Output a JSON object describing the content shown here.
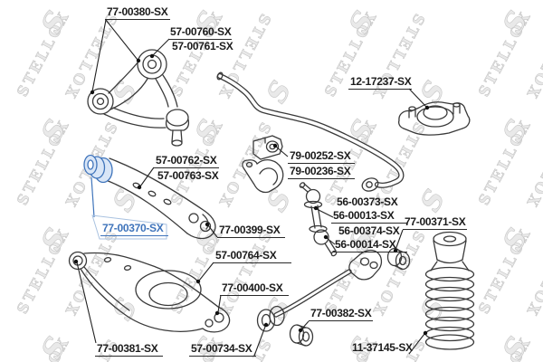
{
  "watermark": {
    "text": "STELLOX",
    "logo_glyph": "S",
    "color": "#e9e9e9"
  },
  "colors": {
    "line": "#3a3a3a",
    "label_text": "#1c1c1c",
    "highlight": "#3f74bb",
    "highlight_fill": "#d9e6f7"
  },
  "selected_part": "77-00370-SX",
  "labels": [
    {
      "text": "77-00380-SX",
      "part": "upper-control-arm"
    },
    {
      "text": "57-00760-SX",
      "part": "upper-arm-bushing-a"
    },
    {
      "text": "57-00761-SX",
      "part": "upper-arm-bushing-b"
    },
    {
      "text": "12-17237-SX",
      "part": "strut-mount"
    },
    {
      "text": "79-00252-SX",
      "part": "stabilizer-bushing"
    },
    {
      "text": "79-00236-SX",
      "part": "stabilizer-bracket"
    },
    {
      "text": "57-00762-SX",
      "part": "lateral-link-bushing-a"
    },
    {
      "text": "57-00763-SX",
      "part": "lateral-link-bushing-b"
    },
    {
      "text": "77-00370-SX",
      "part": "lateral-link-highlighted-bushing",
      "selected": true
    },
    {
      "text": "77-00399-SX",
      "part": "lateral-link"
    },
    {
      "text": "57-00764-SX",
      "part": "lower-arm-bushing"
    },
    {
      "text": "77-00400-SX",
      "part": "lower-control-arm"
    },
    {
      "text": "56-00373-SX",
      "part": "stabilizer-link-upper-a"
    },
    {
      "text": "56-00013-SX",
      "part": "stabilizer-link-upper-b"
    },
    {
      "text": "56-00374-SX",
      "part": "stabilizer-link-lower-a"
    },
    {
      "text": "56-00014-SX",
      "part": "stabilizer-link-lower-b"
    },
    {
      "text": "77-00371-SX",
      "part": "toe-rod-bushing-outer"
    },
    {
      "text": "77-00382-SX",
      "part": "toe-rod-bushing-inner"
    },
    {
      "text": "57-00734-SX",
      "part": "toe-control-rod"
    },
    {
      "text": "77-00381-SX",
      "part": "lower-arm-front-bushing"
    },
    {
      "text": "11-37145-SX",
      "part": "bump-stop-boot"
    }
  ]
}
